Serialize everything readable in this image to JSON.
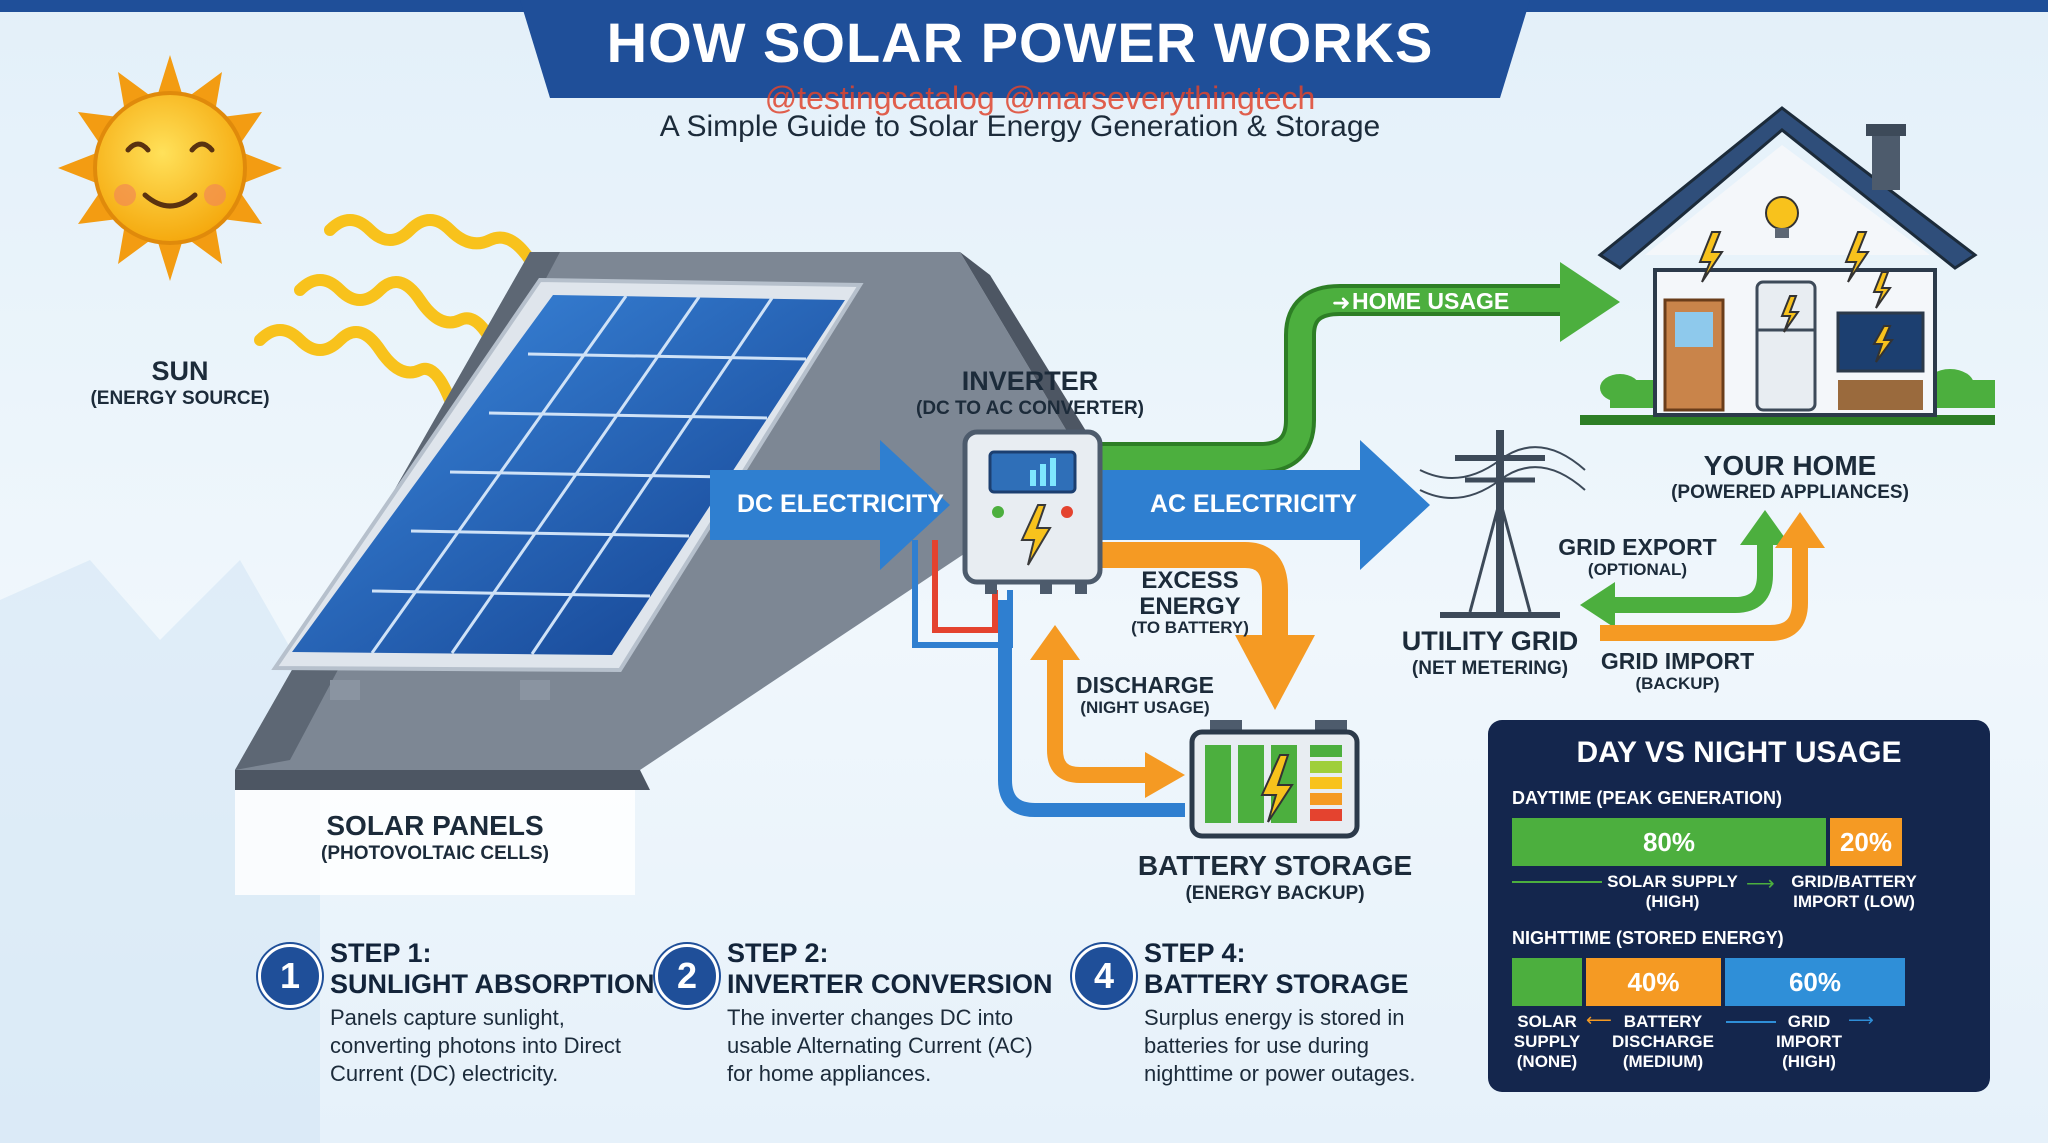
{
  "header": {
    "title": "HOW SOLAR POWER WORKS",
    "watermark": "@testingcatalog @marseverythingtech",
    "subtitle": "A Simple Guide to Solar Energy Generation & Storage"
  },
  "labels": {
    "sun": "SUN",
    "sun_sub": "(ENERGY SOURCE)",
    "inverter": "INVERTER",
    "inverter_sub": "(DC TO AC CONVERTER)",
    "solar_panels": "SOLAR PANELS",
    "solar_panels_sub": "(PHOTOVOLTAIC CELLS)",
    "dc_electricity": "DC ELECTRICITY",
    "ac_electricity": "AC ELECTRICITY",
    "home_usage": "HOME USAGE",
    "your_home": "YOUR HOME",
    "your_home_sub": "(POWERED APPLIANCES)",
    "grid_export": "GRID EXPORT",
    "grid_export_sub": "(OPTIONAL)",
    "grid_import": "GRID IMPORT",
    "grid_import_sub": "(BACKUP)",
    "utility_grid": "UTILITY GRID",
    "utility_grid_sub": "(NET METERING)",
    "excess_energy_1": "EXCESS",
    "excess_energy_2": "ENERGY",
    "excess_energy_sub": "(TO BATTERY)",
    "discharge": "DISCHARGE",
    "discharge_sub": "(NIGHT USAGE)",
    "battery_storage": "BATTERY STORAGE",
    "battery_storage_sub": "(ENERGY BACKUP)"
  },
  "steps": [
    {
      "number": "1",
      "title_1": "STEP 1:",
      "title_2": "SUNLIGHT ABSORPTION",
      "desc_1": "Panels capture sunlight,",
      "desc_2": "converting photons into Direct",
      "desc_3": "Current (DC) electricity."
    },
    {
      "number": "2",
      "title_1": "STEP 2:",
      "title_2": "INVERTER CONVERSION",
      "desc_1": "The inverter changes DC into",
      "desc_2": "usable Alternating Current (AC)",
      "desc_3": "for home appliances."
    },
    {
      "number": "4",
      "title_1": "STEP 4:",
      "title_2": "BATTERY STORAGE",
      "desc_1": "Surplus energy is stored in",
      "desc_2": "batteries for use during",
      "desc_3": "nighttime or power outages."
    }
  ],
  "usage_panel": {
    "title": "DAY VS NIGHT USAGE",
    "daytime": {
      "label": "DAYTIME (PEAK GENERATION)",
      "solar_pct": "80%",
      "grid_pct": "20%",
      "solar_fraction": 0.8,
      "grid_fraction": 0.2,
      "solar_label_1": "SOLAR SUPPLY",
      "solar_label_2": "(HIGH)",
      "grid_label_1": "GRID/BATTERY",
      "grid_label_2": "IMPORT (LOW)"
    },
    "nighttime": {
      "label": "NIGHTTIME (STORED ENERGY)",
      "battery_pct": "40%",
      "grid_pct": "60%",
      "solar_label_1": "SOLAR",
      "solar_label_2": "SUPPLY",
      "solar_label_3": "(NONE)",
      "battery_label_1": "BATTERY",
      "battery_label_2": "DISCHARGE",
      "battery_label_3": "(MEDIUM)",
      "grid_label_1": "GRID",
      "grid_label_2": "IMPORT",
      "grid_label_3": "(HIGH)"
    }
  },
  "colors": {
    "dc_blue": "#2f7fd0",
    "ac_blue": "#2f7fd0",
    "home_green": "#4caf3e",
    "excess_orange": "#f59a23",
    "panel_navy": "#14264d",
    "header_blue": "#1f4f99",
    "sun_yellow": "#f8c21c"
  },
  "icons": [
    "sun-icon",
    "moon-icon",
    "lightning-icon",
    "lightbulb-icon",
    "battery-icon",
    "inverter-icon",
    "house-icon",
    "utility-pole-icon"
  ]
}
